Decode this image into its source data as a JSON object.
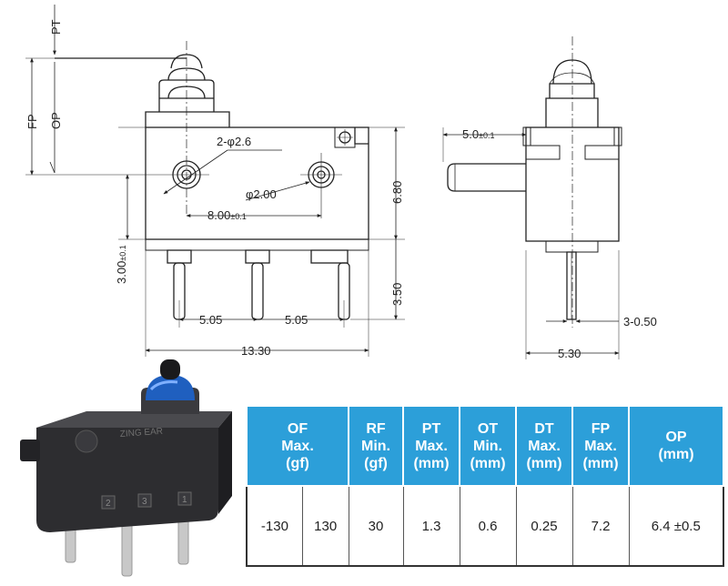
{
  "drawing": {
    "pt_label": "PT",
    "fp_label": "FP",
    "op_label": "OP",
    "hole_dia_label": "2-φ2.6",
    "pin_dia_label": "φ2.00",
    "hole_spacing_main": "8.00",
    "hole_spacing_tol": "±0.1",
    "hole_height_main": "3.00",
    "hole_height_tol": "±0.1",
    "body_height": "6.80",
    "terminal_length": "3.50",
    "terminal_pitch_1": "5.05",
    "terminal_pitch_2": "5.05",
    "body_length": "13.30",
    "side_offset_main": "5.0",
    "side_offset_tol": "±0.1",
    "terminal_thickness": "3-0.50",
    "body_width": "5.30"
  },
  "photo": {
    "brand_text": "ZING EAR",
    "terminal_numbers": [
      "2",
      "3",
      "1"
    ]
  },
  "spec_table": {
    "headers": [
      "OF\nMax.\n(gf)",
      "RF\nMin.\n(gf)",
      "PT\nMax.\n(mm)",
      "OT\nMin.\n(mm)",
      "DT\nMax.\n(mm)",
      "FP\nMax.\n(mm)",
      "OP\n(mm)"
    ],
    "values": [
      "-130",
      "130",
      "30",
      "1.3",
      "0.6",
      "0.25",
      "7.2",
      "6.4 ±0.5"
    ]
  }
}
